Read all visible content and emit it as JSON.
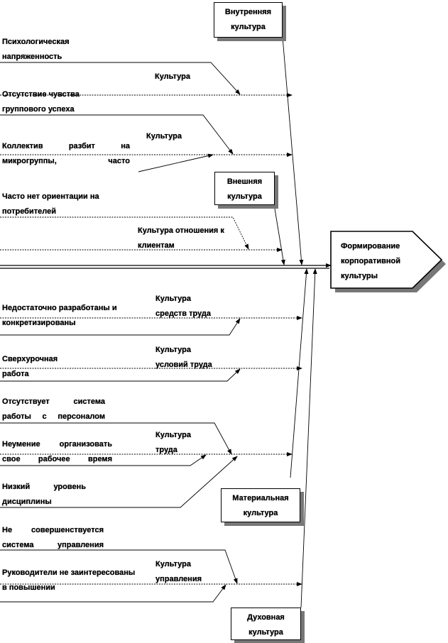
{
  "boxes": {
    "inner_culture": "Внутренняя культура",
    "outer_culture": "Внешняя культура",
    "material_culture": "Материальная культура",
    "spiritual_culture": "Духовная культура",
    "result": "Формирование корпоративной культуры"
  },
  "labels": {
    "culture_1": "Культура",
    "culture_2": "Культура",
    "client_relations": "Культура отношения к клиентам",
    "means_of_labor": "Культура средств труда",
    "work_conditions": "Культура условий труда",
    "labor": "Культура труда",
    "management": "Культура управления"
  },
  "causes": {
    "psych_tension": "Психологическая напряженность",
    "no_group_success": "Отсутствие чувства группового успеха",
    "split_collective": "Коллектив разбит на микрогруппы, часто",
    "no_consumer_focus": "Часто нет ориентации на потребителей",
    "underdeveloped": "Недостаточно разработаны и конкретизированы",
    "overtime": "Сверхурочная работа",
    "no_hr_system": "Отсутствует система работы с персоналом",
    "time_mgmt": "Неумение организовать свое рабочее время",
    "low_discipline": "Низкий уровень дисциплины",
    "mgmt_not_improved": "Не совершенствуется система управления",
    "leaders_uninterested": "Руководители не заинтересованы в повышении"
  }
}
